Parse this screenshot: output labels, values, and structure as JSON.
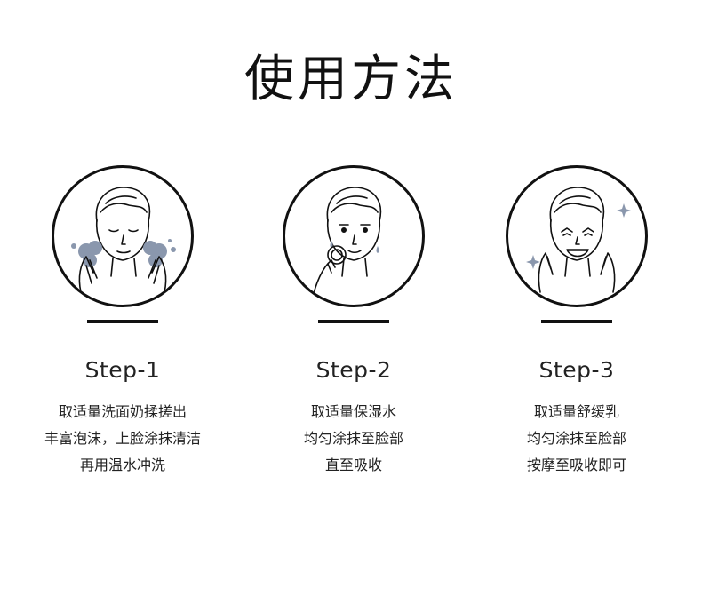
{
  "title": "使用方法",
  "steps": [
    {
      "label": "Step-1",
      "lines": [
        "取适量洗面奶揉搓出",
        "丰富泡沫，上脸涂抹清洁",
        "再用温水冲洗"
      ],
      "icon": "face-washing-foam-icon"
    },
    {
      "label": "Step-2",
      "lines": [
        "取适量保湿水",
        "均匀涂抹至脸部",
        "直至吸收"
      ],
      "icon": "face-applying-toner-icon"
    },
    {
      "label": "Step-3",
      "lines": [
        "取适量舒缓乳",
        "均匀涂抹至脸部",
        "按摩至吸收即可"
      ],
      "icon": "face-smiling-sparkle-icon"
    }
  ],
  "colors": {
    "line": "#111111",
    "accent": "#8a97ad"
  }
}
